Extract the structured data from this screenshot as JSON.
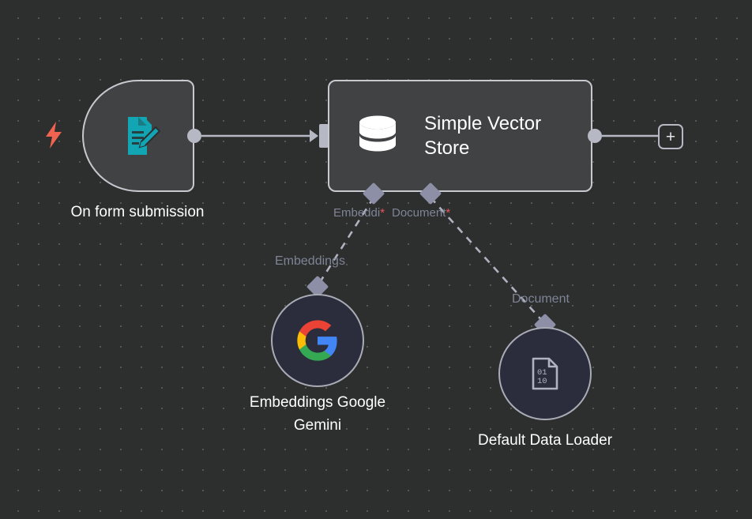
{
  "canvas": {
    "background_color": "#2d2e2e",
    "dot_color": "#555656",
    "accent_trigger_color": "#ef6350",
    "node_border_color": "#c7c9cf",
    "node_fill_color": "#414244",
    "sub_node_fill_color": "#2b2d3d",
    "connector_color": "#b6b9c4",
    "diamond_color": "#8c8fa6",
    "port_label_color": "#7f8496",
    "required_marker_color": "#e8565b",
    "form_icon_color": "#12a5b3"
  },
  "nodes": {
    "trigger": {
      "title": "On form submission",
      "icon": "form-edit-icon",
      "trigger_icon": "lightning-bolt-icon"
    },
    "vector_store": {
      "title": "Simple Vector Store",
      "icon": "database-icon",
      "add_button_label": "+",
      "sub_ports": [
        {
          "label": "Embeddi",
          "required_marker": "*"
        },
        {
          "label": "Document",
          "required_marker": "*"
        }
      ]
    },
    "embeddings": {
      "title": "Embeddings Google Gemini",
      "title_line1": "Embeddings Google",
      "title_line2": "Gemini",
      "icon": "google-g-icon",
      "connection_label": "Embeddings"
    },
    "data_loader": {
      "title": "Default Data Loader",
      "icon": "binary-document-icon",
      "connection_label": "Document"
    }
  }
}
